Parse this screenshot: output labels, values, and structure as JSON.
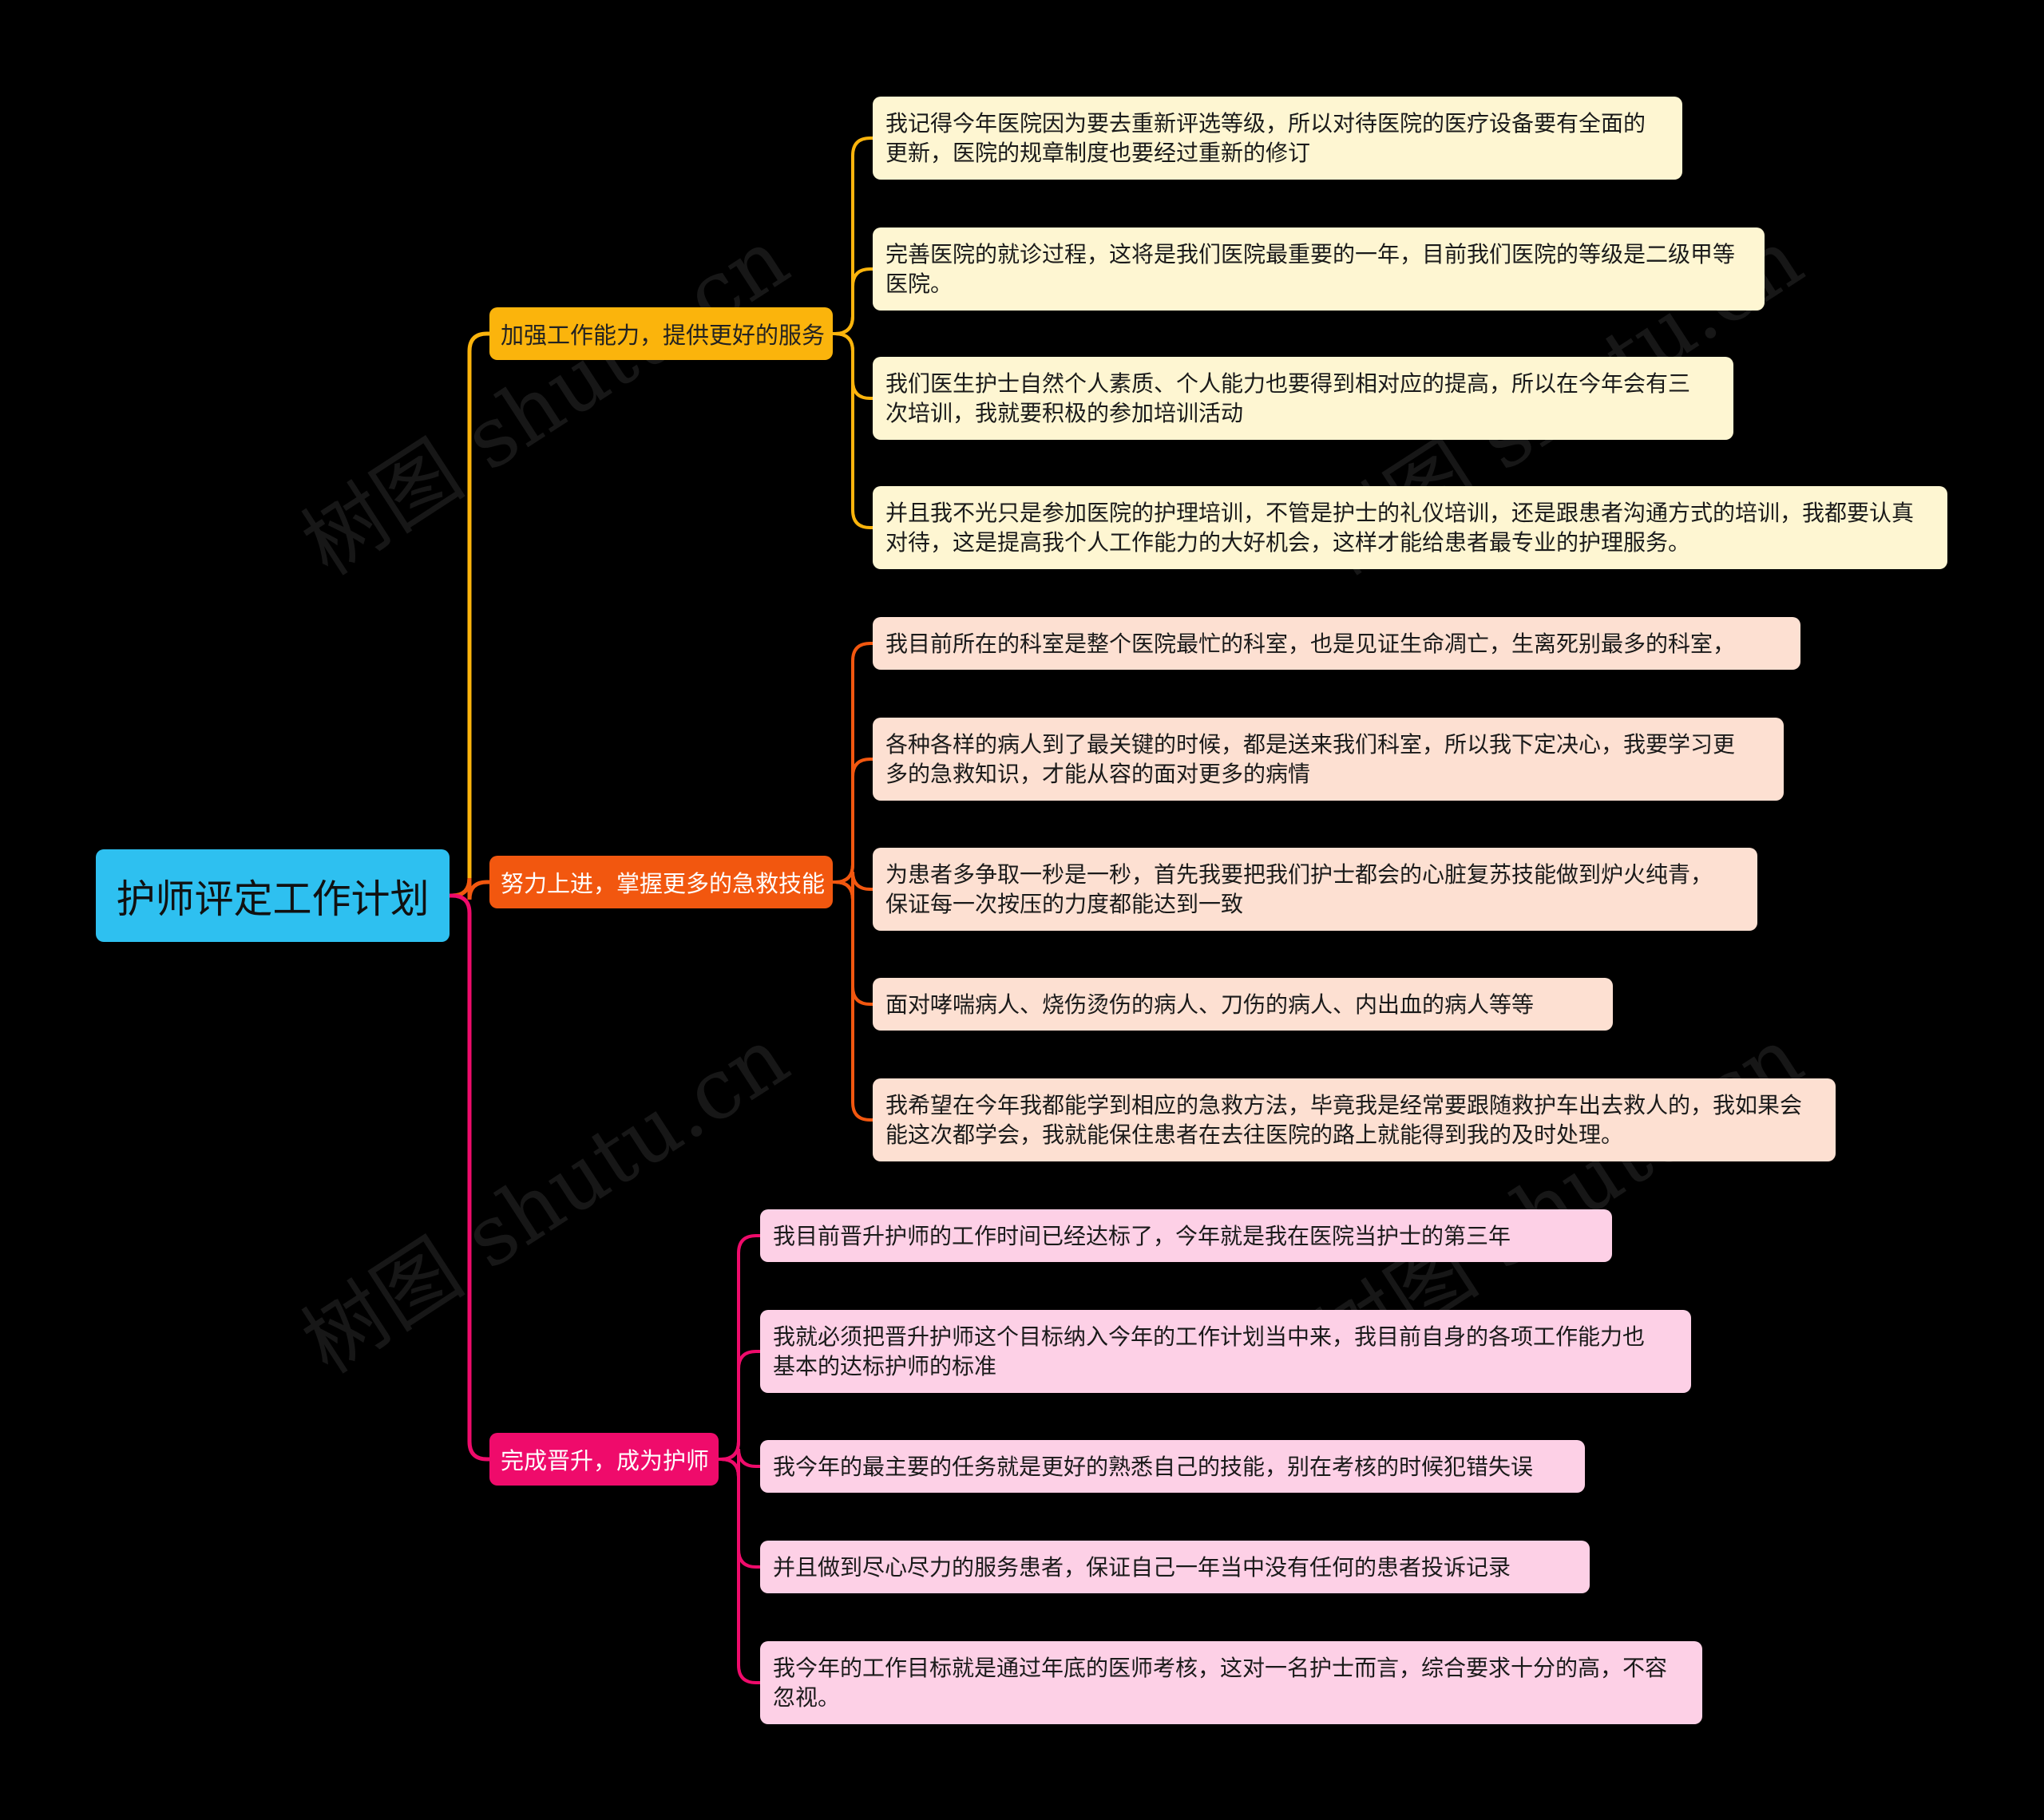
{
  "root": {
    "title": "护师评定工作计划",
    "color": "#2EC0F0"
  },
  "branches": [
    {
      "label": "加强工作能力，提供更好的服务",
      "color": "#FBB40C",
      "items": [
        [
          "我记得今年医院因为要去重新评选等级，所以对待医院的医疗设备要有全面的",
          "更新，医院的规章制度也要经过重新的修订"
        ],
        [
          "完善医院的就诊过程，这将是我们医院最重要的一年，目前我们医院的等级是二级甲等",
          "医院。"
        ],
        [
          "我们医生护士自然个人素质、个人能力也要得到相对应的提高，所以在今年会有三",
          "次培训，我就要积极的参加培训活动"
        ],
        [
          "并且我不光只是参加医院的护理培训，不管是护士的礼仪培训，还是跟患者沟通方式的培训，我都要认真",
          "对待，这是提高我个人工作能力的大好机会，这样才能给患者最专业的护理服务。"
        ]
      ]
    },
    {
      "label": "努力上进，掌握更多的急救技能",
      "color": "#F2570F",
      "items": [
        [
          "我目前所在的科室是整个医院最忙的科室，也是见证生命凋亡，生离死别最多的科室，"
        ],
        [
          "各种各样的病人到了最关键的时候，都是送来我们科室，所以我下定决心，我要学习更",
          "多的急救知识，才能从容的面对更多的病情"
        ],
        [
          "为患者多争取一秒是一秒，首先我要把我们护士都会的心脏复苏技能做到炉火纯青，",
          "保证每一次按压的力度都能达到一致"
        ],
        [
          "面对哮喘病人、烧伤烫伤的病人、刀伤的病人、内出血的病人等等"
        ],
        [
          "我希望在今年我都能学到相应的急救方法，毕竟我是经常要跟随救护车出去救人的，我如果会",
          "能这次都学会，我就能保住患者在去往医院的路上就能得到我的及时处理。"
        ]
      ]
    },
    {
      "label": "完成晋升，成为护师",
      "color": "#EF0B6B",
      "items": [
        [
          "我目前晋升护师的工作时间已经达标了，今年就是我在医院当护士的第三年"
        ],
        [
          "我就必须把晋升护师这个目标纳入今年的工作计划当中来，我目前自身的各项工作能力也",
          "基本的达标护师的标准"
        ],
        [
          "我今年的最主要的任务就是更好的熟悉自己的技能，别在考核的时候犯错失误"
        ],
        [
          "并且做到尽心尽力的服务患者，保证自己一年当中没有任何的患者投诉记录"
        ],
        [
          "我今年的工作目标就是通过年底的医师考核，这对一名护士而言，综合要求十分的高，不容",
          "忽视。"
        ]
      ]
    }
  ],
  "watermark": "树图 shutu.cn"
}
